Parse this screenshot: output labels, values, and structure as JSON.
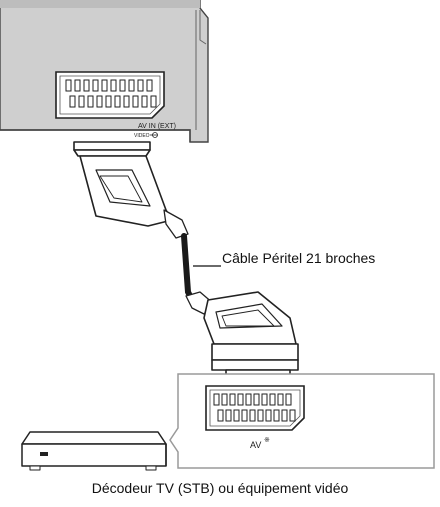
{
  "diagram": {
    "cable_label": "Câble Péritel 21 broches",
    "device_caption": "Décodeur TV (STB) ou équipement vidéo",
    "recorder_port_label": "AV IN (EXT)",
    "recorder_port_sublabel": "VIDEO",
    "stb_port_label": "AV",
    "stb_port_mark": "※"
  }
}
